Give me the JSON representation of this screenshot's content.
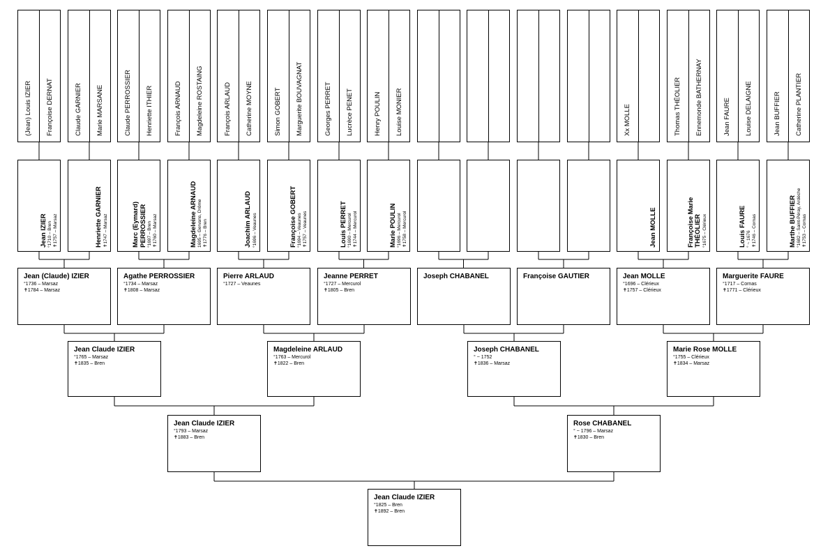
{
  "gen1": [
    {
      "name": "Jean Claude IZIER",
      "birth": "°1825 – Bren",
      "death": "✝1892 – Bren"
    }
  ],
  "gen2": [
    {
      "name": "Jean Claude IZIER",
      "birth": "°1793 – Marsaz",
      "death": "✝1883 – Bren"
    },
    {
      "name": "Rose CHABANEL",
      "birth": "° ~ 1796 – Marsaz",
      "death": "✝1830 – Bren"
    }
  ],
  "gen3": [
    {
      "name": "Jean Claude IZIER",
      "birth": "°1765 – Marsaz",
      "death": "✝1835 – Bren"
    },
    {
      "name": "Magdeleine ARLAUD",
      "birth": "°1763 – Mercurol",
      "death": "✝1822 – Bren"
    },
    {
      "name": "Joseph CHABANEL",
      "birth": "° ~ 1752",
      "death": "✝1836 – Marsaz"
    },
    {
      "name": "Marie Rose MOLLE",
      "birth": "°1755 – Clérieux",
      "death": "✝1834 – Marsaz"
    }
  ],
  "gen4": [
    {
      "name": "Jean (Claude) IZIER",
      "birth": "°1736 – Marsaz",
      "death": "✝1784 – Marsaz"
    },
    {
      "name": "Agathe PERROSSIER",
      "birth": "°1734 – Marsaz",
      "death": "✝1808 – Marsaz"
    },
    {
      "name": "Pierre ARLAUD",
      "birth": "°1727 – Veaunes",
      "death": ""
    },
    {
      "name": "Jeanne PERRET",
      "birth": "°1727 – Mercurol",
      "death": "✝1805 – Bren"
    },
    {
      "name": "Joseph CHABANEL",
      "birth": "",
      "death": ""
    },
    {
      "name": "Françoise GAUTIER",
      "birth": "",
      "death": ""
    },
    {
      "name": "Jean MOLLE",
      "birth": "°1696 – Clérieux",
      "death": "✝1757 – Clérieux"
    },
    {
      "name": "Marguerite FAURE",
      "birth": "°1717 – Cornas",
      "death": "✝1771 – Clérieux"
    }
  ],
  "gen5": [
    {
      "name": "Jean IZIER",
      "birth": "°1710 – Bren",
      "death": "✝1757 – Marsaz"
    },
    {
      "name": "Henriette GARNIER",
      "birth": "",
      "death": "✝1747 – Marsaz"
    },
    {
      "name": "Marc (Eymard) PERROSSIER",
      "birth": "°1697 – Bren",
      "death": "✝1760 – Marsaz"
    },
    {
      "name": "Magdeleine ARNAUD",
      "birth": "1695 – Gervans, Drôme",
      "death": "✝1776 – Bren"
    },
    {
      "name": "Joachim ARLAUD",
      "birth": "°1696 – Veaunes",
      "death": ""
    },
    {
      "name": "Françoise GOBERT",
      "birth": "°1694 – Veaunes",
      "death": "✝1757 – Veaunes"
    },
    {
      "name": "Louis PERRET",
      "birth": "°1690 – Mercurol",
      "death": "✝1744 – Mercurol"
    },
    {
      "name": "Marie POULIN",
      "birth": "°1696 – Mercurol",
      "death": "✝1758 – Mercurol"
    },
    {
      "name": "",
      "birth": "",
      "death": ""
    },
    {
      "name": "",
      "birth": "",
      "death": ""
    },
    {
      "name": "",
      "birth": "",
      "death": ""
    },
    {
      "name": "",
      "birth": "",
      "death": ""
    },
    {
      "name": "Jean MOLLE",
      "birth": "",
      "death": ""
    },
    {
      "name": "Françoise Marie THÉOLIER",
      "birth": "°1675 – Clérieux",
      "death": ""
    },
    {
      "name": "Louis FAURE",
      "birth": "° ~ 1676",
      "death": "✝1746 – Cornas"
    },
    {
      "name": "Marthe BUFFIER",
      "birth": "°1682 – Saint-Péray, Ardèche",
      "death": "✝1753 – Cornas"
    }
  ],
  "gen6": [
    [
      "(Jean) Louis IZIER",
      "Françoise DERNAT"
    ],
    [
      "Claude GARNIER",
      "Marie MARSANE"
    ],
    [
      "Claude PERROSSIER",
      "Henriette ITHIER"
    ],
    [
      "François ARNAUD",
      "Magdeleine ROSTAING"
    ],
    [
      "François ARLAUD",
      "Catherine MOYNE"
    ],
    [
      "Simon GOBERT",
      "Marguerite BOUVAGNAT"
    ],
    [
      "Georges PERRET",
      "Lucrèce PENET"
    ],
    [
      "Henry POULIN",
      "Louise MONIER"
    ],
    [
      "",
      ""
    ],
    [
      "",
      ""
    ],
    [
      "",
      ""
    ],
    [
      "",
      ""
    ],
    [
      "Xx MOLLE",
      ""
    ],
    [
      "Thomas THÉOLIER",
      "Ennemonde BATHERNAY"
    ],
    [
      "Jean FAURE",
      "Louise DELAIGNE"
    ],
    [
      "Jean BUFFIER",
      "Catherine PLANTIER"
    ]
  ]
}
